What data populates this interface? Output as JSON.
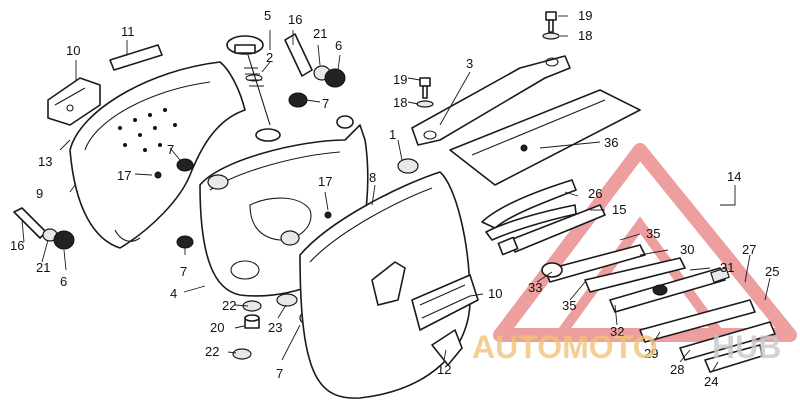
{
  "watermark": {
    "text_a": "AUTOMOTO",
    "text_b": "HUB",
    "color_a": "#f2c27a",
    "color_b": "#c9c9c9",
    "accent": "#e05050"
  },
  "labels": {
    "p1": "1",
    "p2": "2",
    "p3": "3",
    "p4": "4",
    "p5": "5",
    "p6a": "6",
    "p6b": "6",
    "p7a": "7",
    "p7b": "7",
    "p7c": "7",
    "p7d": "7",
    "p8": "8",
    "p9": "9",
    "p10a": "10",
    "p10b": "10",
    "p11": "11",
    "p12": "12",
    "p13": "13",
    "p14": "14",
    "p15": "15",
    "p16a": "16",
    "p16b": "16",
    "p17a": "17",
    "p17b": "17",
    "p18a": "18",
    "p18b": "18",
    "p19a": "19",
    "p19b": "19",
    "p20": "20",
    "p21a": "21",
    "p21b": "21",
    "p22a": "22",
    "p22b": "22",
    "p23": "23",
    "p24": "24",
    "p25": "25",
    "p26": "26",
    "p27": "27",
    "p28": "28",
    "p29": "29",
    "p30": "30",
    "p31": "31",
    "p32": "32",
    "p33": "33",
    "p35a": "35",
    "p35b": "35",
    "p36": "36"
  }
}
